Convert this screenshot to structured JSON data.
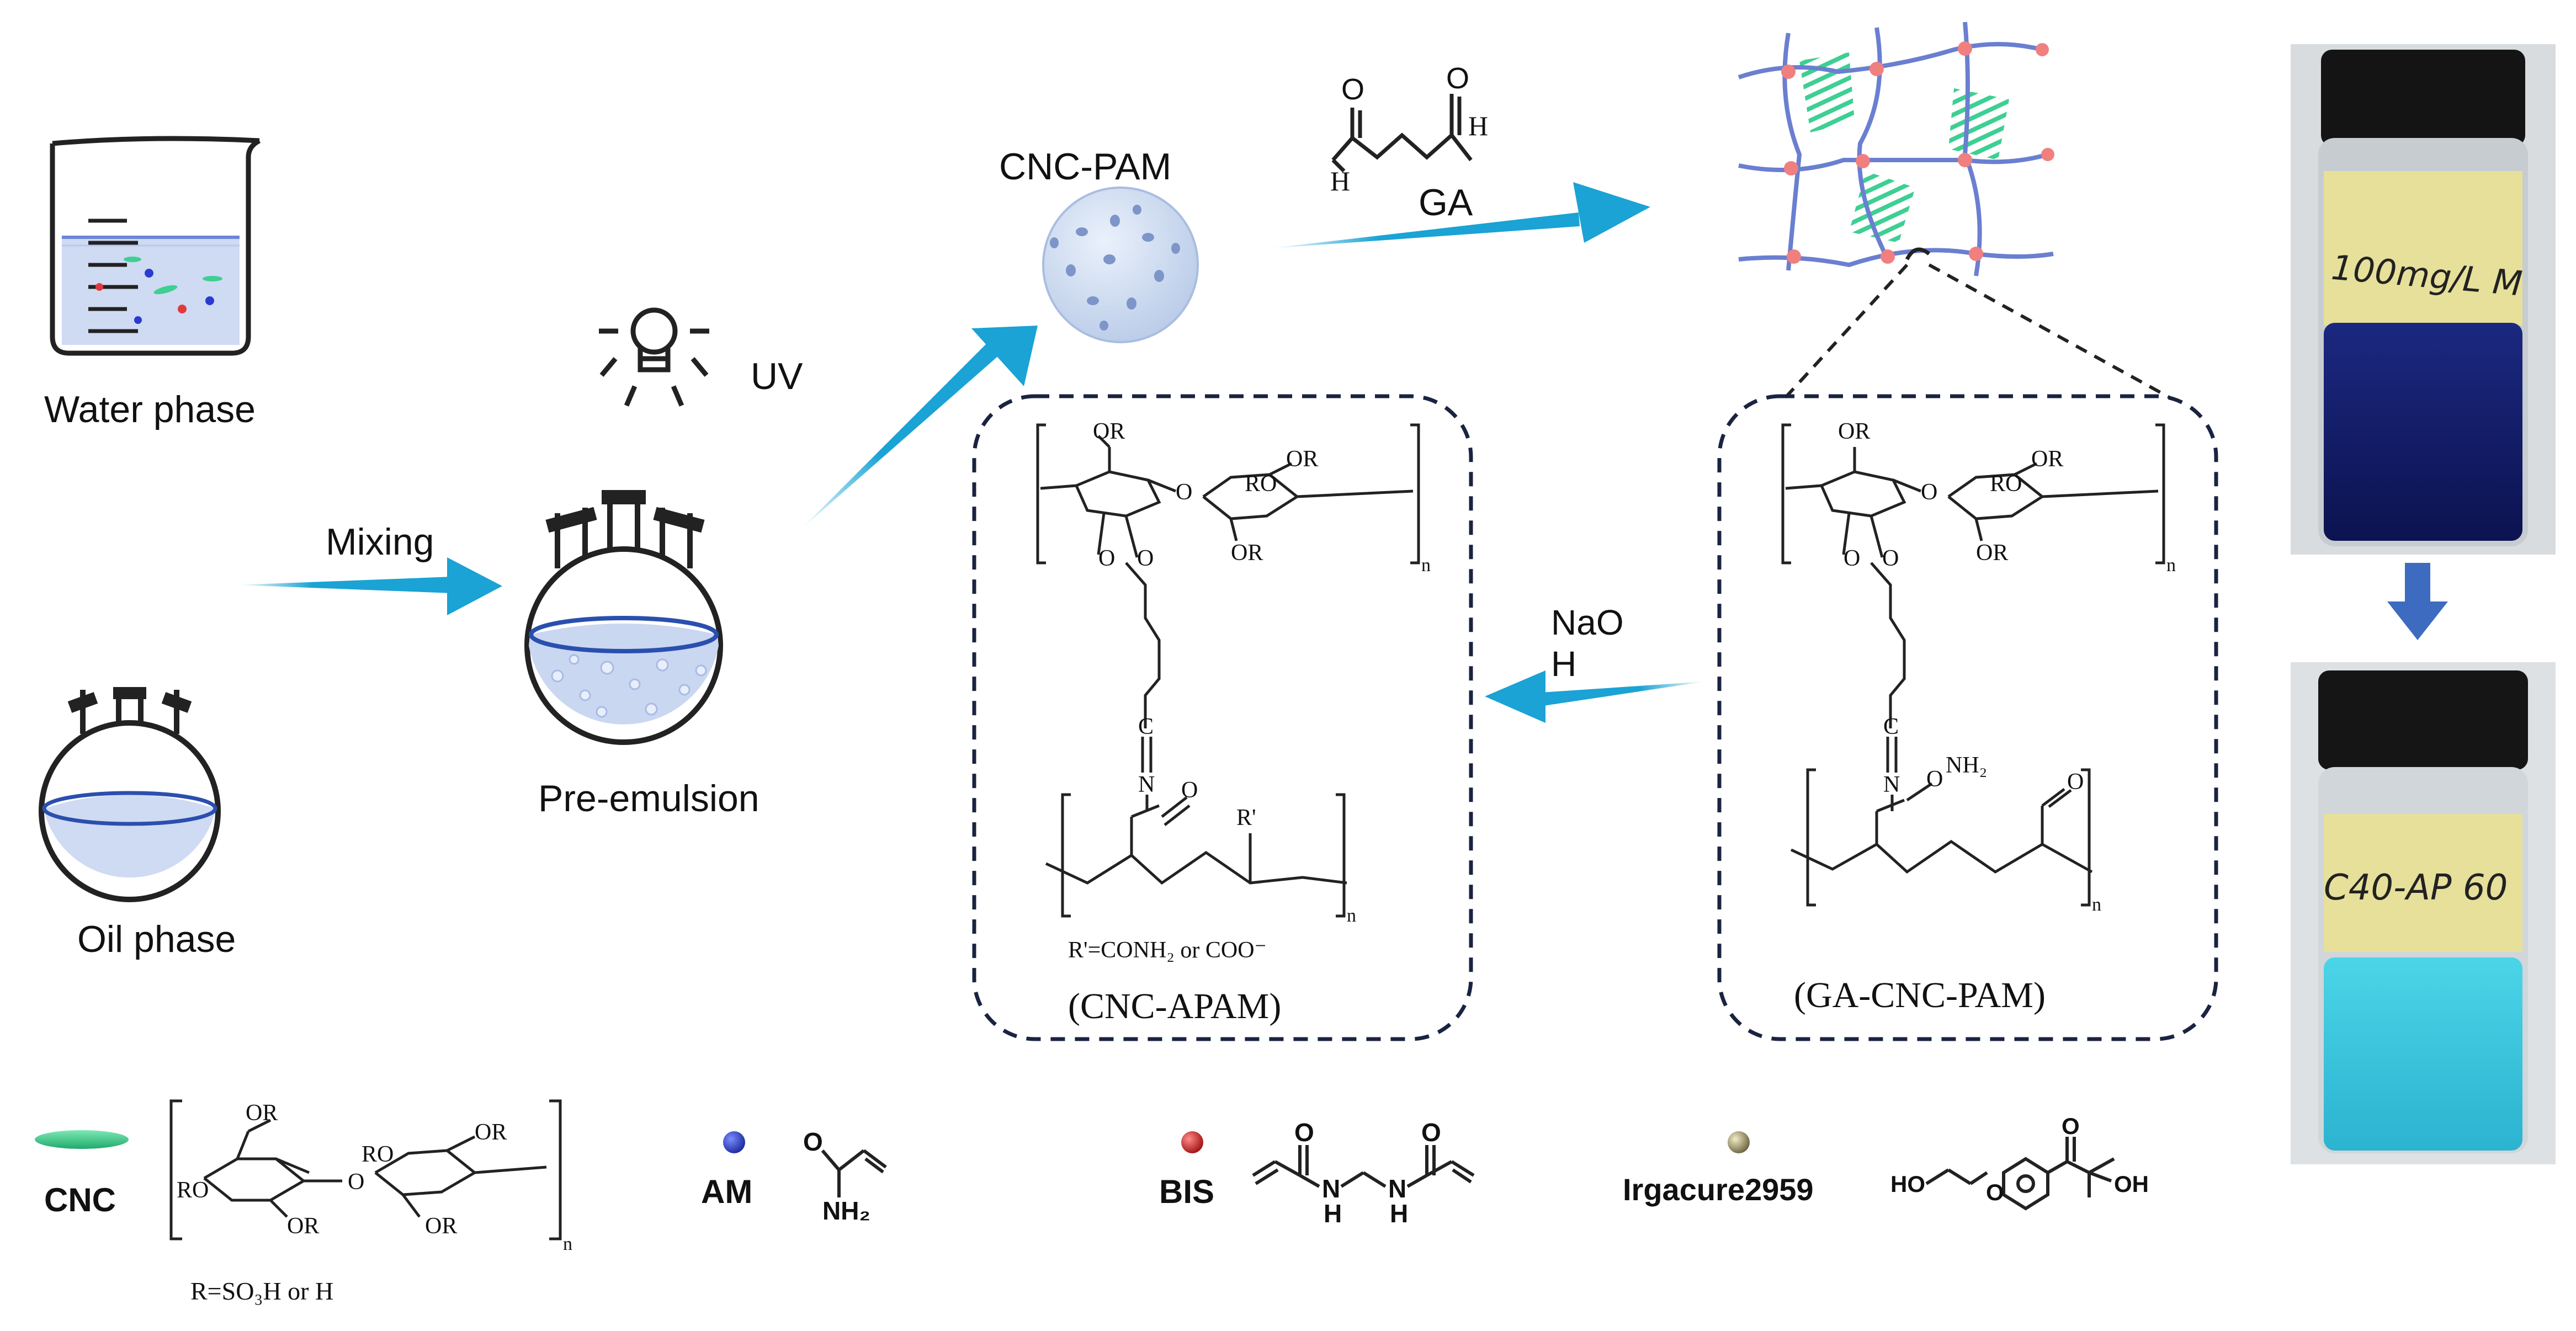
{
  "labels": {
    "water_phase": "Water phase",
    "oil_phase": "Oil phase",
    "mixing": "Mixing",
    "uv": "UV",
    "pre_emulsion": "Pre-emulsion",
    "cnc_pam": "CNC-PAM",
    "ga": "GA",
    "naoh_line1": "NaO",
    "naoh_line2": "H",
    "cnc_apam": "(CNC-APAM)",
    "ga_cnc_pam": "(GA-CNC-PAM)",
    "r_prime_def": "R'=CONH₂ or COO⁻",
    "r_prime": "R'",
    "nh2": "NH₂",
    "or": "OR",
    "ro": "RO",
    "o": "O",
    "n": "N",
    "c": "C",
    "h": "H",
    "sub_n": "n"
  },
  "legend": {
    "cnc": "CNC",
    "r_def": "R=SO₃H or H",
    "am": "AM",
    "am_nh2": "NH₂",
    "bis": "BIS",
    "bis_n": "N",
    "bis_h": "H",
    "bis_o": "O",
    "irgacure": "Irgacure2959",
    "irg_ho": "HO",
    "irg_oh": "OH",
    "irg_o": "O"
  },
  "vial_labels": {
    "top": "100mg/L M",
    "bottom": "C40-AP 60"
  },
  "colors": {
    "arrow": "#1aa3d4",
    "network_line": "#6a7fd0",
    "crosslink": "#f07f7f",
    "cnc_green": "#3ecf92",
    "dash_box": "#1a2340",
    "vial_dark_blue": "#141e6e",
    "vial_light_blue": "#3ec9e0",
    "label_paper": "#e6e09a",
    "down_arrow": "#3d6bc0"
  }
}
